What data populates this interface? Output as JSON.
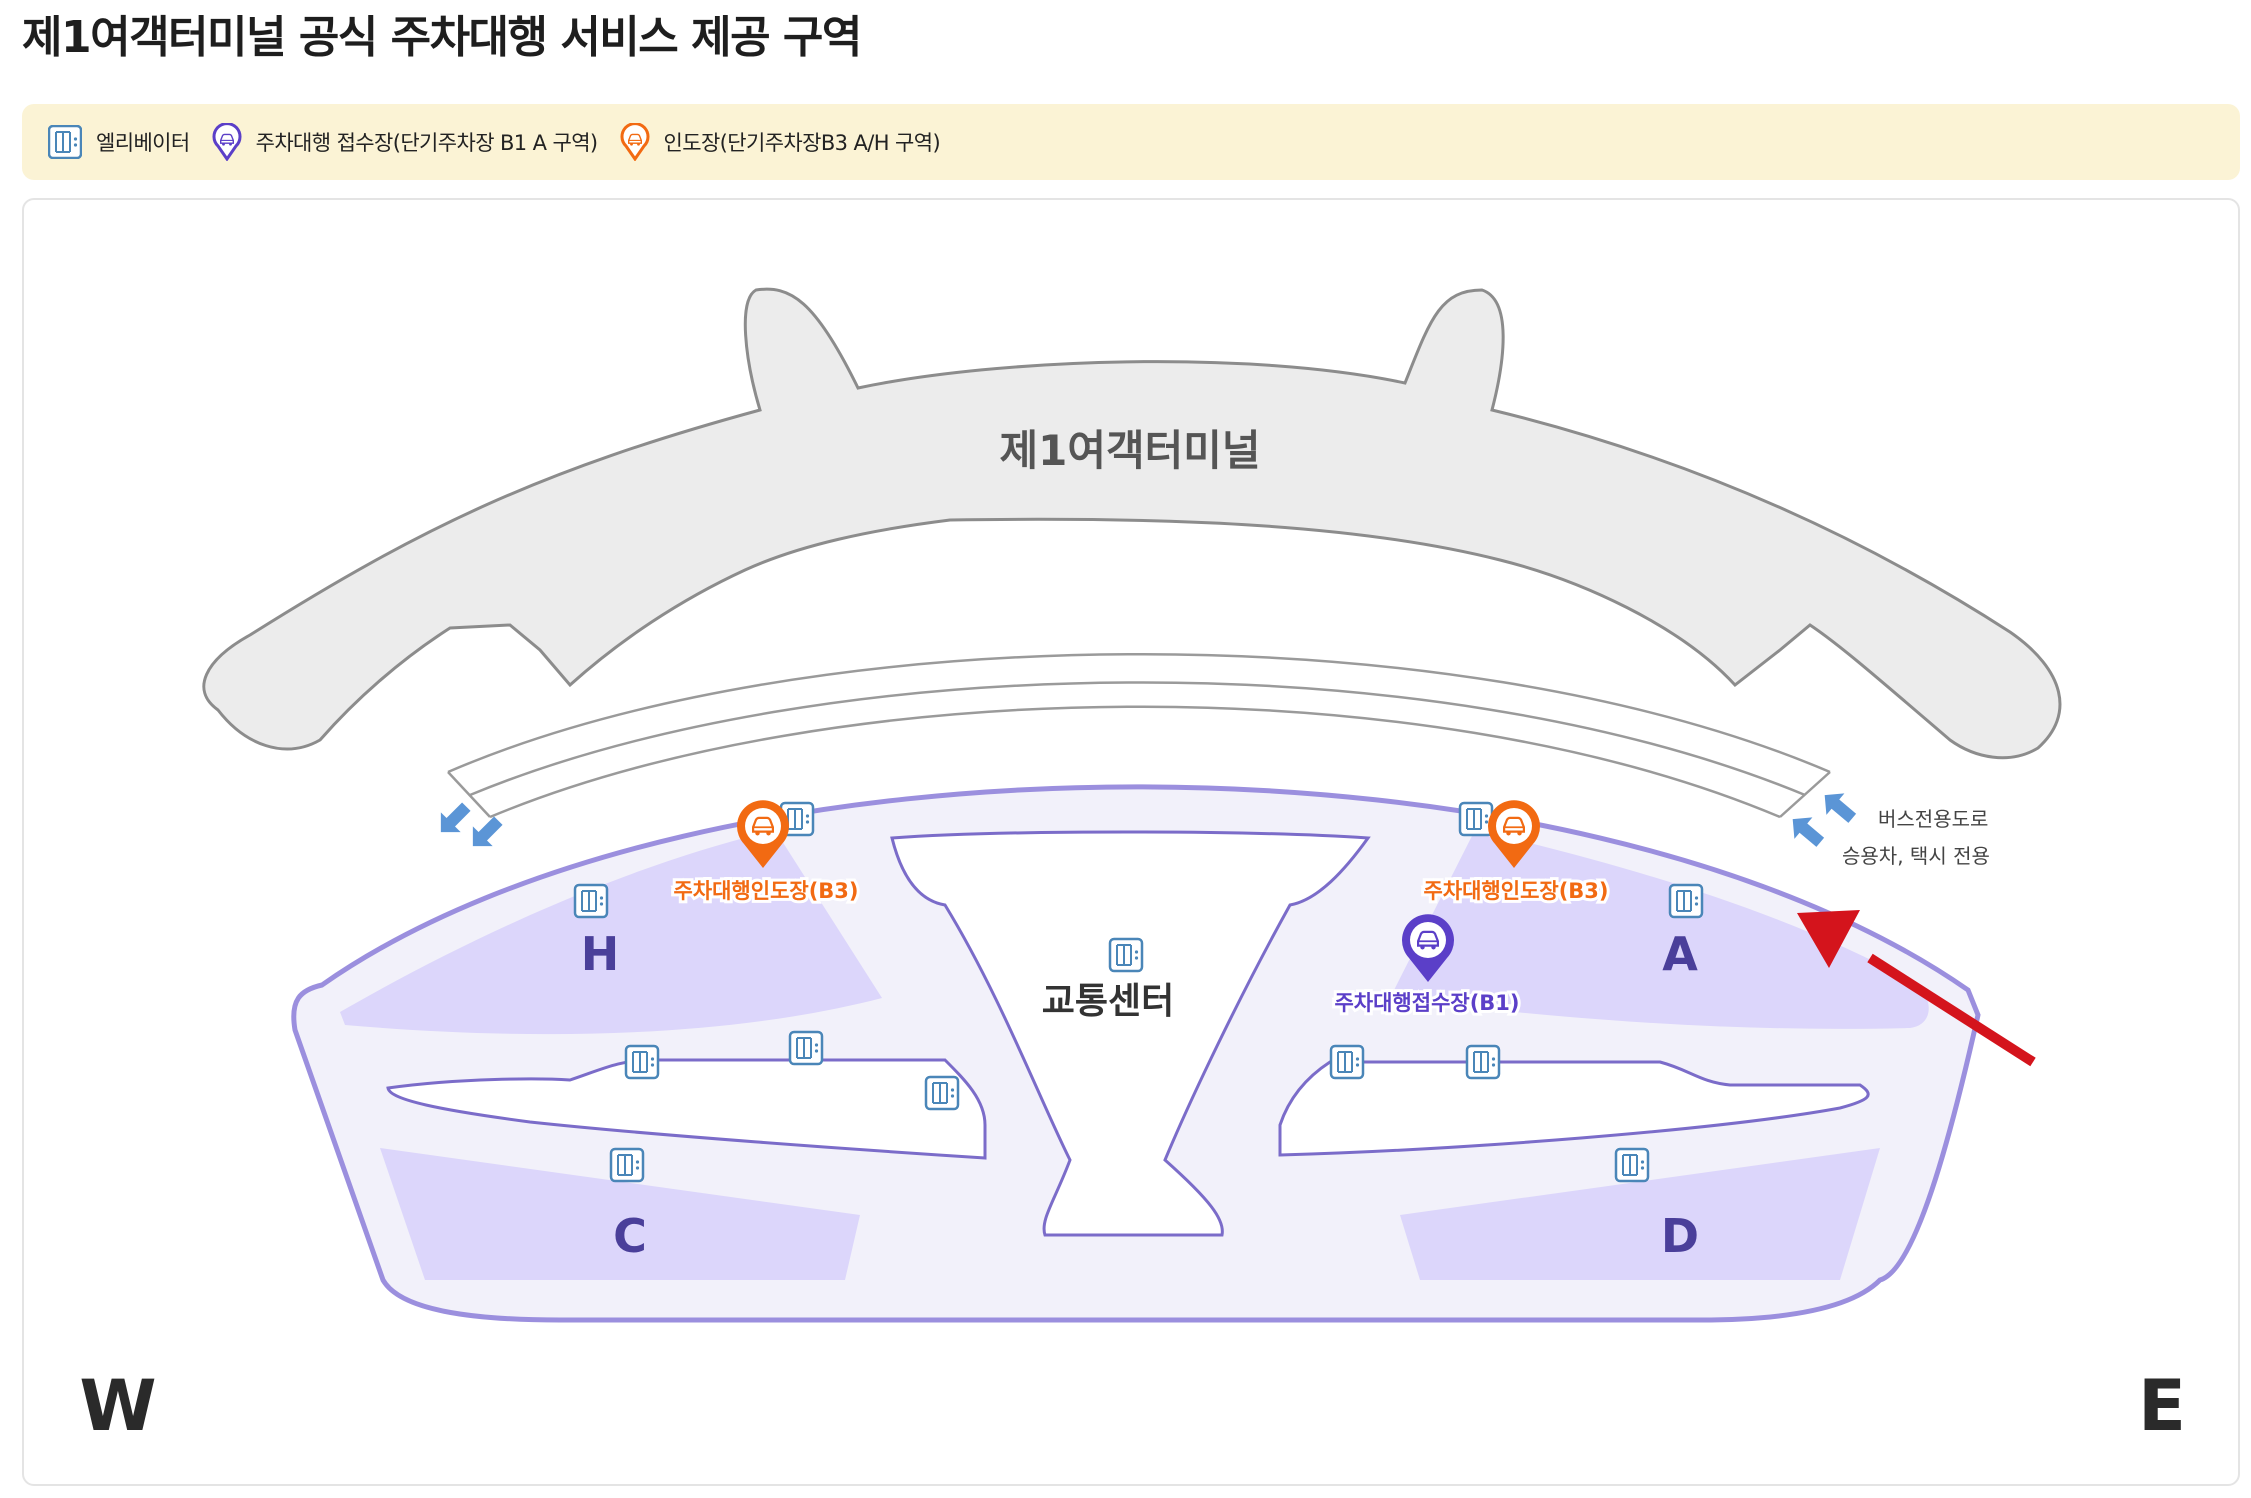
{
  "page": {
    "title": "제1여객터미널 공식 주차대행 서비스 제공 구역"
  },
  "legend": {
    "elevator": "엘리베이터",
    "reception": "주차대행 접수장(단기주차장 B1 A 구역)",
    "delivery": "인도장(단기주차장B3 A/H 구역)"
  },
  "map": {
    "terminal_label": "제1여객터미널",
    "transport_center_label": "교통센터",
    "zones": {
      "h": "H",
      "a": "A",
      "c": "C",
      "d": "D"
    },
    "directions": {
      "west": "W",
      "east": "E"
    },
    "road_notes": {
      "line1": "버스전용도로",
      "line2": "승용차, 택시 전용"
    },
    "markers": {
      "delivery_west": "주차대행인도장(B3)",
      "delivery_east": "주차대행인도장(B3)",
      "reception": "주차대행접수장(B1)"
    }
  },
  "colors": {
    "reception": "#5b3fc8",
    "delivery": "#f26a12",
    "elevator": "#4a86b8",
    "zone_fill": "#dcd6fb",
    "building_fill": "#f2f1fa",
    "building_stroke": "#9b8fde",
    "arrow_red": "#d4141c",
    "arrow_blue": "#5b95d6"
  },
  "icons": {
    "elevator": "elevator-icon",
    "reception": "valet-reception-pin-icon",
    "delivery": "valet-delivery-pin-icon"
  }
}
